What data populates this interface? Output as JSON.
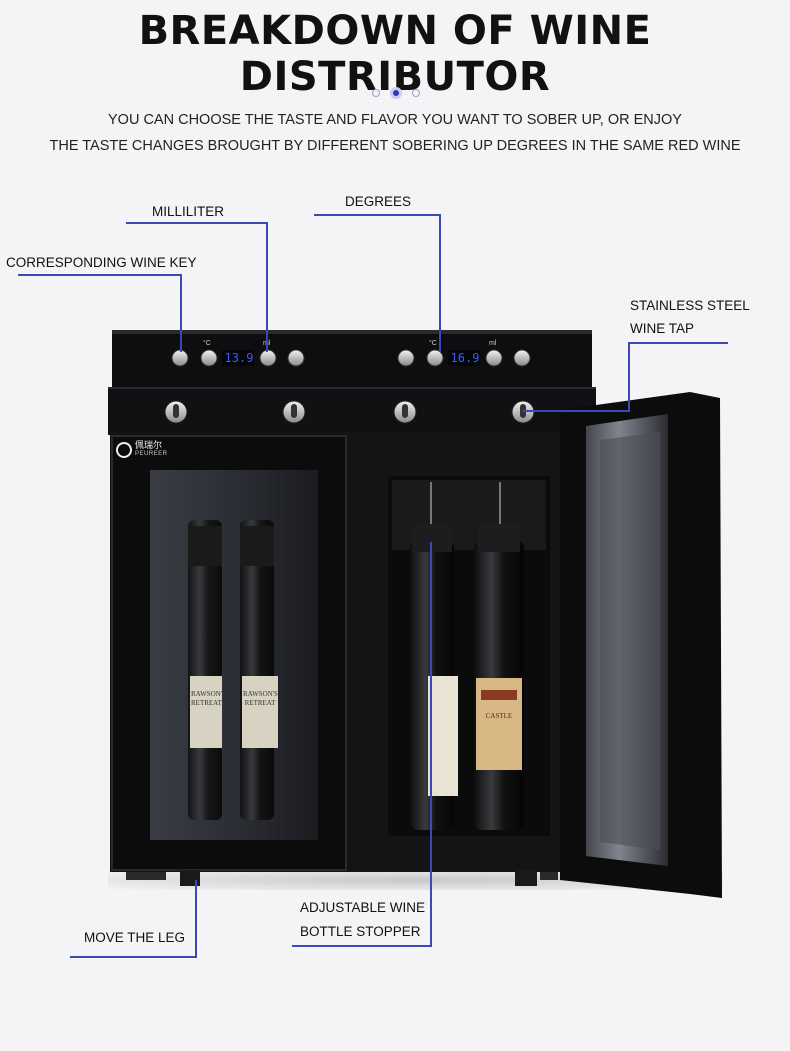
{
  "header": {
    "title": "BREAKDOWN OF WINE DISTRIBUTOR",
    "subtitle_line1": "YOU CAN CHOOSE THE TASTE AND FLAVOR YOU WANT TO SOBER UP, OR ENJOY",
    "subtitle_line2": "THE TASTE CHANGES BROUGHT BY DIFFERENT SOBERING UP DEGREES IN THE SAME RED WINE"
  },
  "pager": {
    "count": 3,
    "active_index": 1
  },
  "callouts": {
    "milliliter": "MILLILITER",
    "degrees": "DEGREES",
    "wine_key": "CORRESPONDING WINE KEY",
    "wine_tap_line1": "STAINLESS STEEL",
    "wine_tap_line2": "WINE TAP",
    "stopper_line1": "ADJUSTABLE WINE",
    "stopper_line2": "BOTTLE STOPPER",
    "leg": "MOVE THE LEG"
  },
  "device": {
    "brand": "PEUREER",
    "brand_cn": "佩瑞尔",
    "left_display": "13.9",
    "right_display": "16.9",
    "unit_c": "°C",
    "unit_ml": "ml",
    "bottle_labels": [
      "RAWSON'S RETREAT",
      "RAWSON'S RETREAT",
      "",
      "CASTLE"
    ]
  },
  "colors": {
    "accent": "#3d48b8",
    "display": "#3a5bff",
    "body": "#141414"
  }
}
